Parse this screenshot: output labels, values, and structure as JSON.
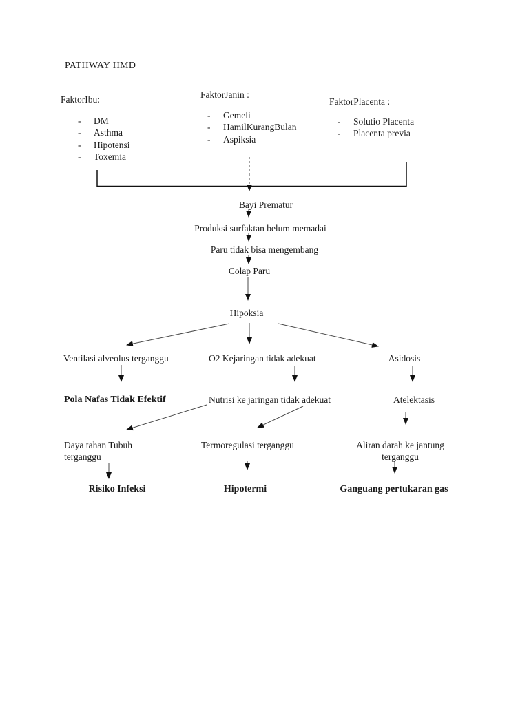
{
  "title": "PATHWAY HMD",
  "bullet": "-",
  "factors": {
    "ibu": {
      "label": "FaktorIbu:",
      "items": [
        "DM",
        "Asthma",
        "Hipotensi",
        "Toxemia"
      ]
    },
    "janin": {
      "label": "FaktorJanin :",
      "items": [
        "Gemeli",
        "HamilKurangBulan",
        "Aspiksia"
      ]
    },
    "placenta": {
      "label": "FaktorPlacenta :",
      "items": [
        "Solutio Placenta",
        "Placenta previa"
      ]
    }
  },
  "nodes": {
    "bayi_prematur": "Bayi Prematur",
    "produksi": "Produksi surfaktan belum memadai",
    "paru": "Paru tidak bisa mengembang",
    "colap": "Colap Paru",
    "hipoksia": "Hipoksia",
    "ventilasi": "Ventilasi alveolus terganggu",
    "o2": "O2 Kejaringan tidak adekuat",
    "asidosis": "Asidosis",
    "pola_nafas": "Pola Nafas Tidak Efektif",
    "nutrisi": "Nutrisi ke jaringan tidak adekuat",
    "atelektasis": "Atelektasis",
    "daya_l1": "Daya tahan Tubuh",
    "daya_l2": "terganggu",
    "termoregulasi": "Termoregulasi terganggu",
    "aliran_l1": "Aliran darah ke jantung",
    "aliran_l2": "terganggu",
    "risiko": "Risiko Infeksi",
    "hipotermi": "Hipotermi",
    "ganguang": "Ganguang pertukaran gas"
  },
  "colors": {
    "text": "#1c1c1c",
    "line": "#4a4a4a",
    "bracket": "#111111",
    "background": "#ffffff"
  }
}
